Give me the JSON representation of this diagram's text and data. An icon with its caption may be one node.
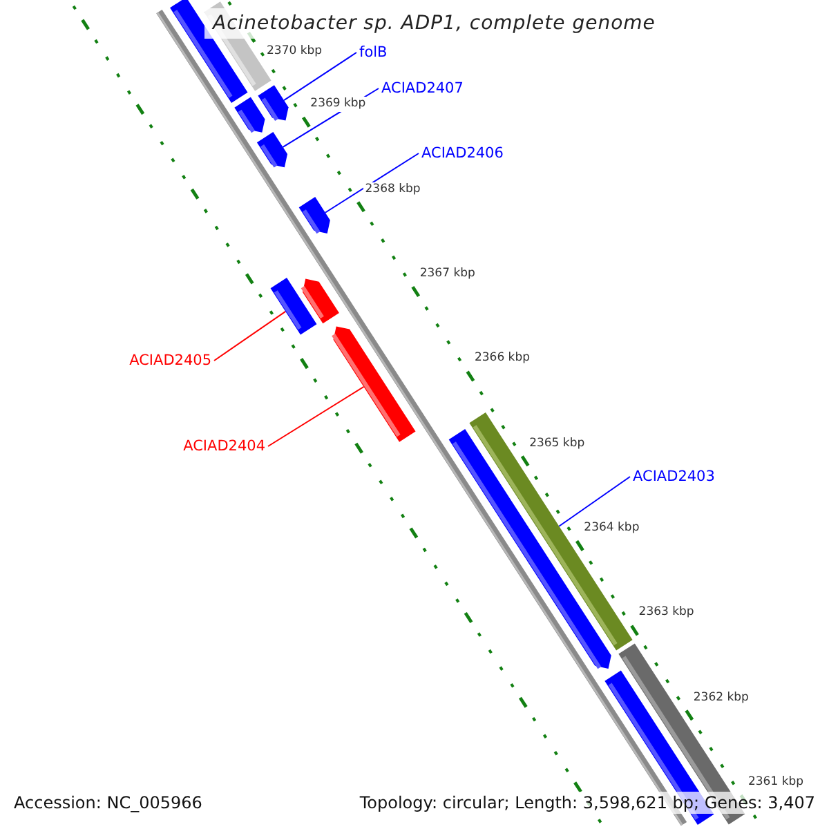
{
  "diagram": {
    "title": "Acinetobacter sp. ADP1, complete genome",
    "nodes": [
      {
        "text": [
          "folB"
        ]
      },
      {
        "text": [
          "ACIAD2407"
        ]
      },
      {
        "text": [
          "ACIAD2406"
        ]
      },
      {
        "text": [
          "ACIAD2405"
        ]
      },
      {
        "text": [
          "ACIAD2404"
        ]
      },
      {
        "text": [
          "ACIAD2403"
        ]
      },
      {
        "text": [],
        "shape": "bar"
      },
      {
        "text": [],
        "shape": "bar"
      },
      {
        "text": [],
        "shape": "bar"
      },
      {
        "text": [],
        "shape": "bar"
      },
      {
        "text": [],
        "shape": "bar"
      },
      {
        "text": [],
        "shape": "bar"
      },
      {
        "text": [],
        "shape": "bar"
      },
      {
        "text": [],
        "shape": "bar"
      },
      {
        "text": [],
        "shape": "bar"
      },
      {
        "text": [],
        "shape": "bar"
      },
      {
        "text": [],
        "shape": "bar"
      },
      {
        "text": [],
        "shape": "bar"
      },
      {
        "text": [],
        "shape": "bar"
      }
    ],
    "edges": [
      {
        "from": 0,
        "to": 9,
        "arrow": "none"
      },
      {
        "from": 1,
        "to": 10,
        "arrow": "none"
      },
      {
        "from": 2,
        "to": 11,
        "arrow": "none"
      },
      {
        "from": 3,
        "to": 12,
        "arrow": "none",
        "color": "#ff0000"
      },
      {
        "from": 4,
        "to": 14,
        "arrow": "none",
        "color": "#ff0000"
      },
      {
        "from": 5,
        "to": 16,
        "arrow": "none"
      }
    ],
    "labels": [
      "2370 kbp",
      "2369 kbp",
      "2368 kbp",
      "2367 kbp",
      "2366 kbp",
      "2365 kbp",
      "2364 kbp",
      "2363 kbp",
      "2362 kbp",
      "2361 kbp",
      "Accession: NC_005966",
      "Topology: circular; Length: 3,598,621 bp; Genes: 3,407"
    ]
  }
}
